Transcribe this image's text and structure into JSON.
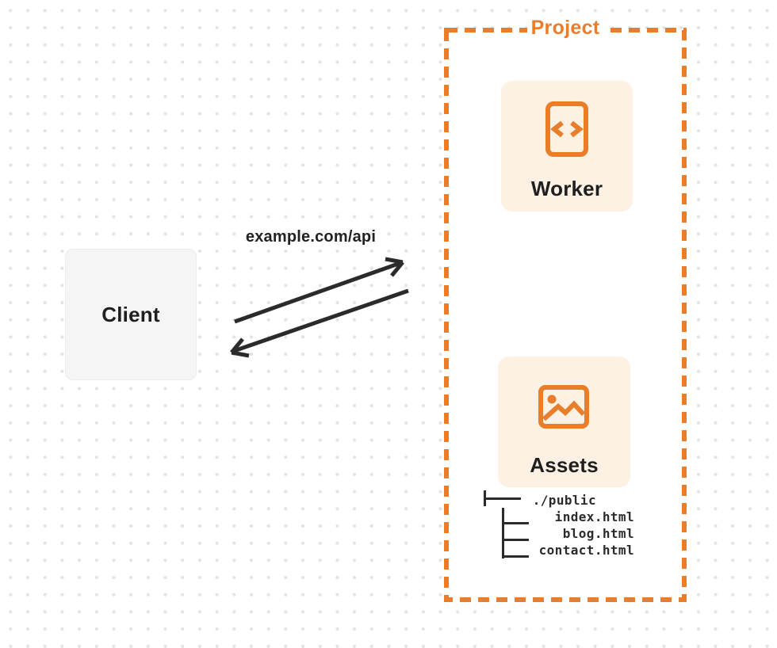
{
  "colors": {
    "accent_orange": "#e87d2b",
    "cream_panel": "#fcf1e3",
    "client_panel": "#f5f5f6",
    "ink": "#1f1f1f",
    "arrow_ink": "#2b2b2b",
    "dot_grid": "#e3e3e3"
  },
  "project": {
    "label": "Project"
  },
  "client": {
    "label": "Client"
  },
  "request": {
    "label": "example.com/api"
  },
  "worker": {
    "label": "Worker",
    "icon": "code-document-icon"
  },
  "assets": {
    "label": "Assets",
    "icon": "image-icon"
  },
  "file_tree": {
    "root": "./public",
    "files": [
      "index.html",
      "blog.html",
      "contact.html"
    ]
  }
}
